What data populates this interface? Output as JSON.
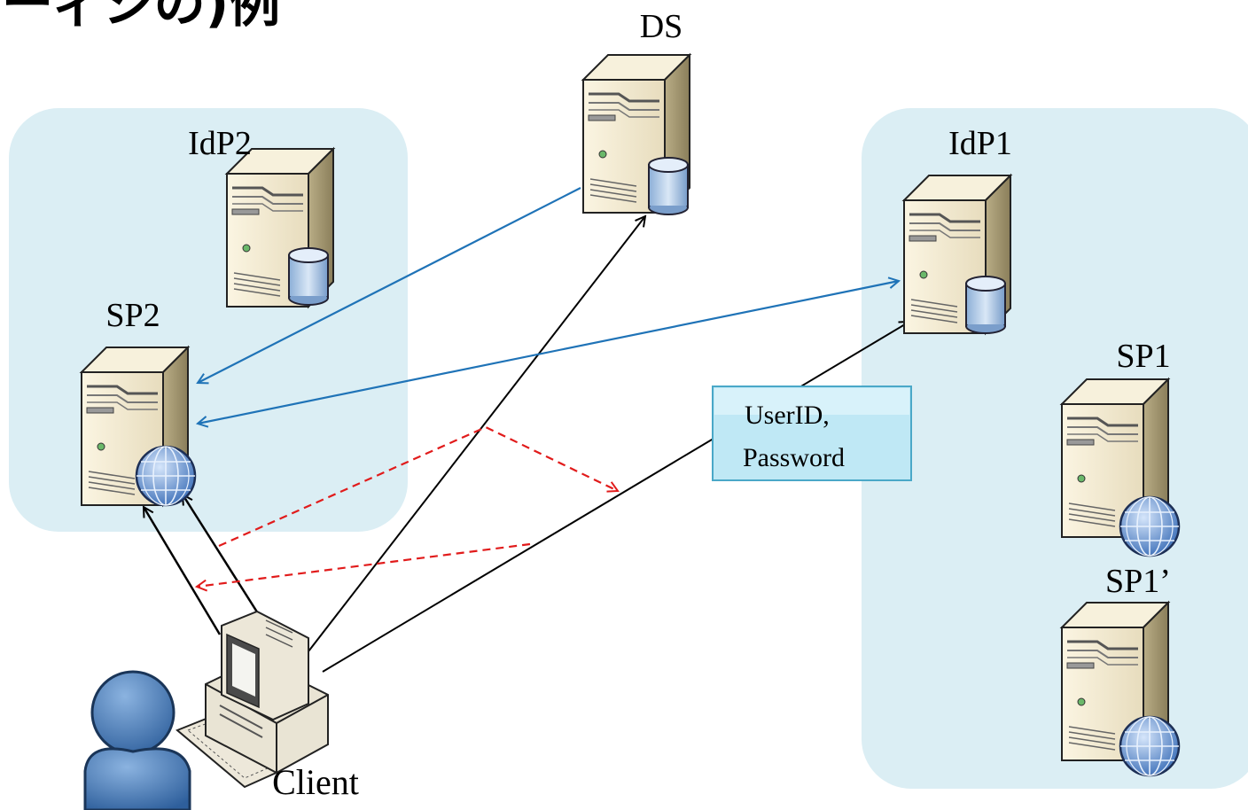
{
  "title_fragment": "ーィシの)例",
  "nodes": {
    "ds": {
      "label": "DS"
    },
    "idp2": {
      "label": "IdP2"
    },
    "sp2": {
      "label": "SP2"
    },
    "idp1": {
      "label": "IdP1"
    },
    "sp1": {
      "label": "SP1"
    },
    "sp1p": {
      "label": "SP1’"
    },
    "client": {
      "label": "Client"
    }
  },
  "callout": {
    "line1": "UserID,",
    "line2": "Password"
  },
  "colors": {
    "federation_bg": "#dbeef4",
    "blue_arrow": "#1f73b7",
    "red_dashed": "#e11b1b",
    "black_arrow": "#000000",
    "callout_fill": "#bfe8f5",
    "callout_border": "#4aa8c8"
  }
}
